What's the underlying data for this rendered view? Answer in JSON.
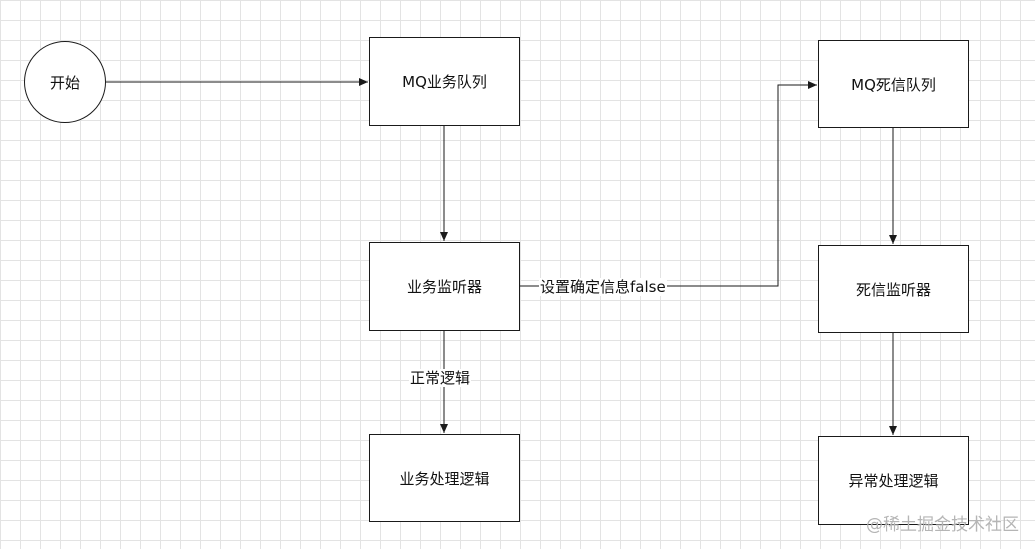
{
  "nodes": {
    "start": "开始",
    "mq_business_queue": "MQ业务队列",
    "business_listener": "业务监听器",
    "business_logic": "业务处理逻辑",
    "mq_dead_letter_queue": "MQ死信队列",
    "dead_letter_listener": "死信监听器",
    "exception_logic": "异常处理逻辑"
  },
  "edge_labels": {
    "set_ack_false": "设置确定信息false",
    "normal_logic": "正常逻辑"
  },
  "watermark": "@稀土掘金技术社区",
  "colors": {
    "stroke": "#1a1a1a",
    "grid": "#e3e3e3",
    "background": "#ffffff"
  }
}
